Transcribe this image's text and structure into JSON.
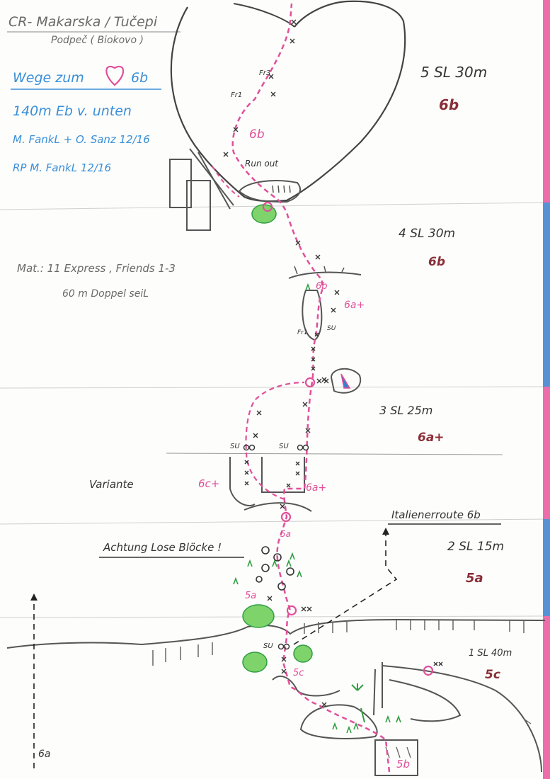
{
  "header": {
    "region": "CR- Makarska / Tučepi",
    "sector": "Podpeč ( Biokovo )"
  },
  "route": {
    "name_prefix": "Wege zum",
    "heart_icon": "heart-icon",
    "name_grade": "6b",
    "length_info": "140m   Eb v. unten",
    "first_ascent": "M. FankL + O. Sanz 12/16",
    "redpoint": "RP  M. FankL  12/16"
  },
  "material": {
    "line1": "Mat.:  11 Express ,  Friends 1-3",
    "line2": "60 m  Doppel seiL"
  },
  "pitches": [
    {
      "label": "5 SL  30m",
      "grade": "6b"
    },
    {
      "label": "4 SL  30m",
      "grade": "6b"
    },
    {
      "label": "3 SL   25m",
      "grade": "6a+"
    },
    {
      "label": "2 SL  15m",
      "grade": "5a"
    },
    {
      "label": "1 SL  40m",
      "grade": "5c"
    }
  ],
  "annotations": {
    "runout": "Run out",
    "variante": "Variante",
    "achtung": "Achtung  Lose Blöcke !",
    "italiener": "Italienerroute 6b",
    "fr1_top": "Fr1",
    "fr3": "Fr3",
    "fr1_mid": "Fr1",
    "su_mid": "SU",
    "su_left": "SU",
    "su_right": "SU",
    "su_low": "SU",
    "grade_6b_top": "6b",
    "grade_6b_mid": "6b",
    "grade_6a_plus_mid": "6a+",
    "grade_6c_plus": "6c+",
    "grade_6a_plus_low": "6a+",
    "grade_5a_top": "5a",
    "grade_5a_low": "5a",
    "grade_5c": "5c",
    "grade_5b": "5b",
    "grade_6a_left": "6a"
  },
  "colors": {
    "route_line": "#e0509a",
    "pencil": "#555555",
    "blue_text": "#3a8fd8",
    "grade_red": "#8a2f38",
    "vegetation": "#3cb44a",
    "margin_pink": "#e8559c",
    "margin_blue": "#3a7fd0"
  }
}
